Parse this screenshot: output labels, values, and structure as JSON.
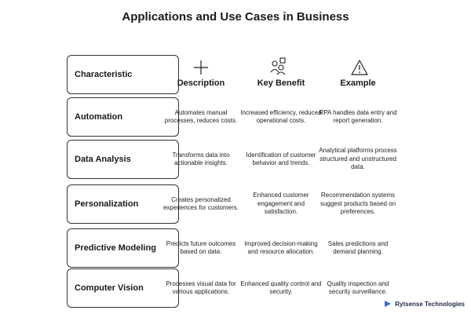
{
  "title": "Applications and Use Cases in Business",
  "header_label": "Characteristic",
  "columns": [
    {
      "label": "Description",
      "icon": "plus-icon"
    },
    {
      "label": "Key Benefit",
      "icon": "people-icon"
    },
    {
      "label": "Example",
      "icon": "warning-icon"
    }
  ],
  "rows": [
    {
      "label": "Automation",
      "description": "Automates manual processes, reduces costs.",
      "benefit": "Increased efficiency, reduced operational costs.",
      "example": "RPA handles data entry and report generation."
    },
    {
      "label": "Data Analysis",
      "description": "Transforms data into actionable insights.",
      "benefit": "Identification of customer behavior and trends.",
      "example": "Analytical platforms process structured and unstructured data."
    },
    {
      "label": "Personalization",
      "description": "Creates personalized experiences for customers.",
      "benefit": "Enhanced customer engagement and satisfaction.",
      "example": "Recommendation systems suggest products based on preferences."
    },
    {
      "label": "Predictive Modeling",
      "description": "Predicts future outcomes based on data.",
      "benefit": "Improved decision-making and resource allocation.",
      "example": "Sales predictions and demand planning."
    },
    {
      "label": "Computer Vision",
      "description": "Processes visual data for various applications.",
      "benefit": "Enhanced quality control and security.",
      "example": "Quality inspection and security surveillance."
    }
  ],
  "brand": "Rytsense Technologies",
  "colors": {
    "border": "#333333",
    "brand_blue": "#2f6fd6"
  }
}
